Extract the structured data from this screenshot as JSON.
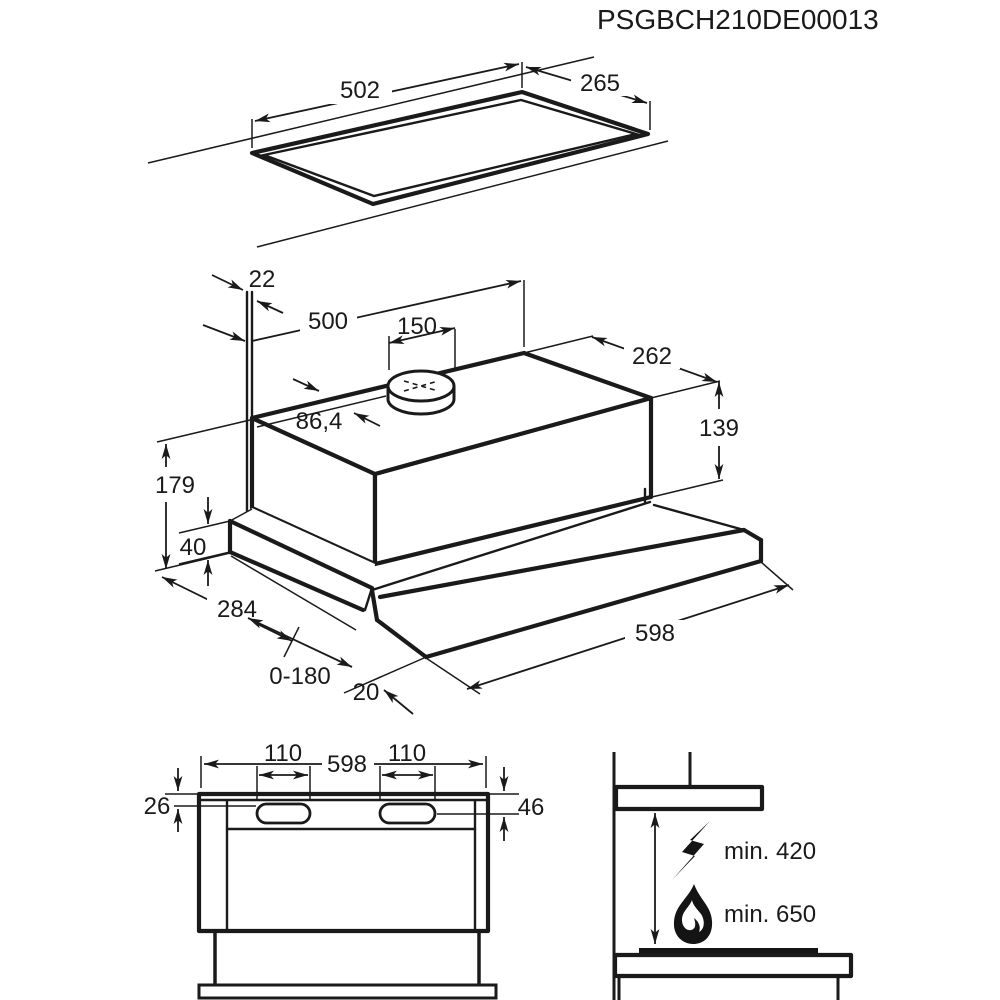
{
  "title": "PSGBCH210DE00013",
  "colors": {
    "line": "#1a1a1a",
    "background": "#ffffff"
  },
  "top_view": {
    "description": "ceiling/cabinet cutout top view",
    "cutout_width": "502",
    "cutout_depth": "265"
  },
  "iso_view": {
    "description": "isometric view of telescopic hood",
    "wall_gap": "22",
    "body_width": "500",
    "duct_diameter": "150",
    "duct_offset": "86,4",
    "body_depth": "262",
    "body_height": "139",
    "total_height": "179",
    "lower_height": "40",
    "total_depth": "284",
    "pullout_range": "0-180",
    "front_gap": "20",
    "visor_width": "598"
  },
  "front_view": {
    "description": "front elevation with mounting slots",
    "width": "598",
    "slot_left_width": "110",
    "slot_right_width": "110",
    "edge_to_slot_top": "26",
    "edge_to_slot_bottom": "46"
  },
  "clearance_view": {
    "description": "installation clearance over hob",
    "electric_clearance": "min. 420",
    "gas_clearance": "min. 650",
    "icons": [
      "lightning-icon",
      "flame-icon"
    ]
  }
}
